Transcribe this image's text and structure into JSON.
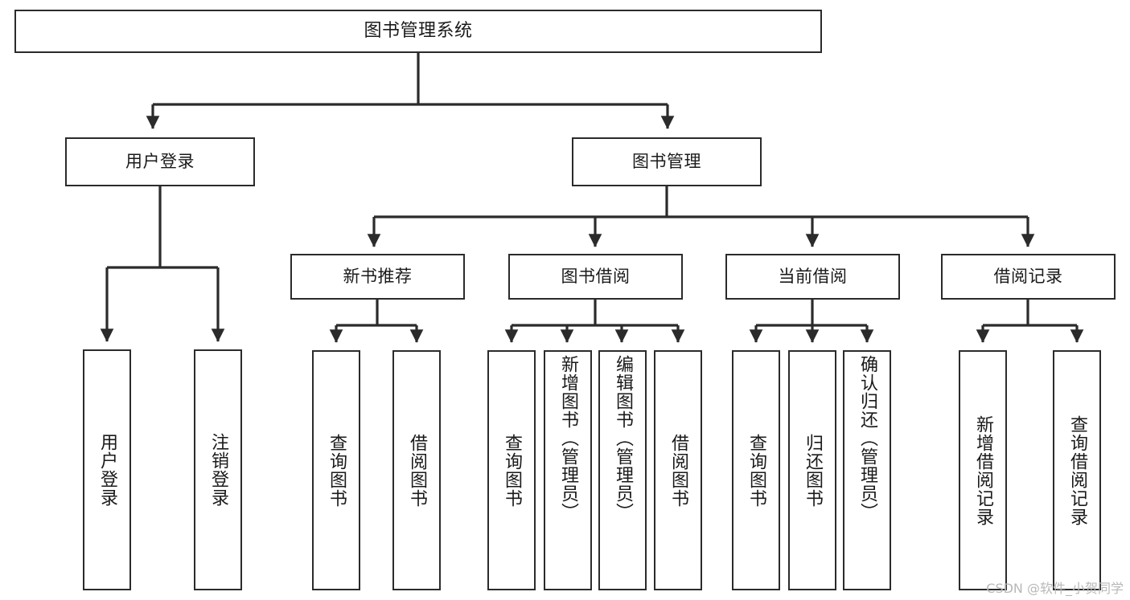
{
  "diagram": {
    "title": "图书管理系统",
    "watermark": "CSDN @软件_小贺同学",
    "colors": {
      "stroke": "#2b2b2b",
      "fill": "#ffffff",
      "text": "#1a1a1a",
      "watermark": "#b8b8b8"
    },
    "nodes": {
      "root": {
        "label": "图书管理系统"
      },
      "level2": [
        {
          "id": "user-login",
          "label": "用户登录"
        },
        {
          "id": "book-manage",
          "label": "图书管理"
        }
      ],
      "level3": [
        {
          "id": "new-book-recommend",
          "label": "新书推荐"
        },
        {
          "id": "book-borrow",
          "label": "图书借阅"
        },
        {
          "id": "current-borrow",
          "label": "当前借阅"
        },
        {
          "id": "borrow-record",
          "label": "借阅记录"
        }
      ],
      "leaves": {
        "user-login": [
          {
            "id": "leaf-user-login",
            "label": "用户登录"
          },
          {
            "id": "leaf-logout-login",
            "label": "注销登录"
          }
        ],
        "new-book-recommend": [
          {
            "id": "leaf-query-book-1",
            "label": "查询图书"
          },
          {
            "id": "leaf-borrow-book-1",
            "label": "借阅图书"
          }
        ],
        "book-borrow": [
          {
            "id": "leaf-query-book-2",
            "label": "查询图书"
          },
          {
            "id": "leaf-add-book",
            "label": "新增图书（管理员）"
          },
          {
            "id": "leaf-edit-book",
            "label": "编辑图书（管理员）"
          },
          {
            "id": "leaf-borrow-book-2",
            "label": "借阅图书"
          }
        ],
        "current-borrow": [
          {
            "id": "leaf-query-book-3",
            "label": "查询图书"
          },
          {
            "id": "leaf-return-book",
            "label": "归还图书"
          },
          {
            "id": "leaf-confirm-return",
            "label": "确认归还（管理员）"
          }
        ],
        "borrow-record": [
          {
            "id": "leaf-add-record",
            "label": "新增借阅记录"
          },
          {
            "id": "leaf-query-record",
            "label": "查询借阅记录"
          }
        ]
      }
    }
  }
}
